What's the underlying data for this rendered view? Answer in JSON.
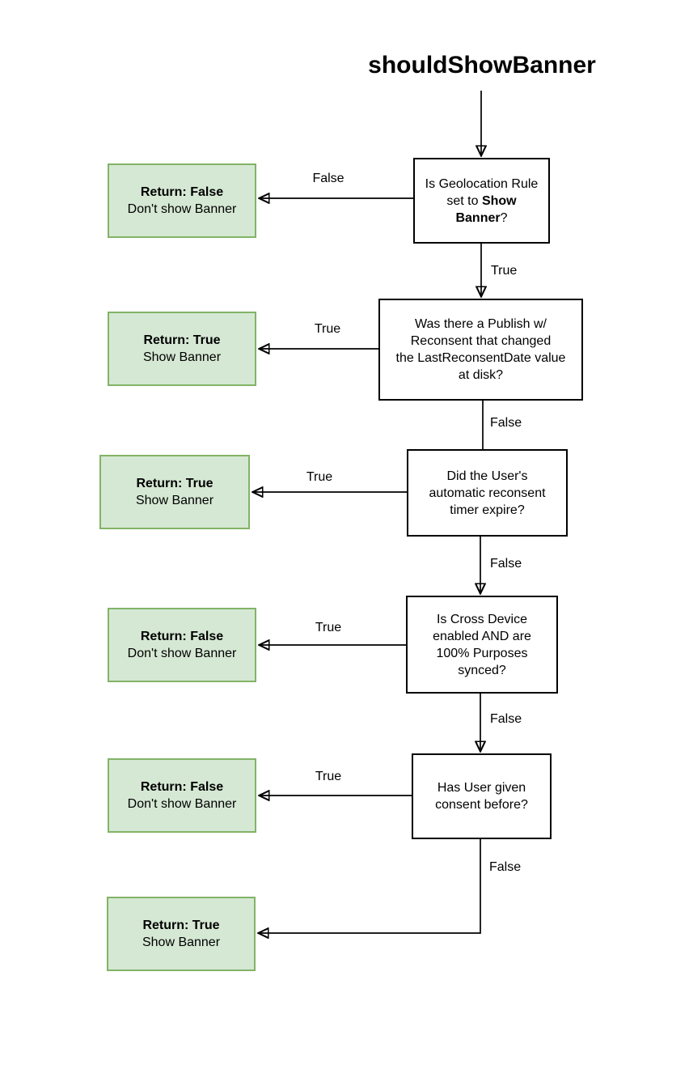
{
  "title": "shouldShowBanner",
  "colors": {
    "result_fill": "#d5e8d4",
    "result_border": "#82b366",
    "decision_fill": "#ffffff",
    "decision_border": "#000000",
    "line": "#000000",
    "text": "#000000"
  },
  "decisions": [
    {
      "text": "Is Geolocation Rule\nset to ",
      "bold": "Show\nBanner",
      "suffix": "?"
    },
    {
      "text": "Was there a Publish w/\nReconsent that changed\nthe LastReconsentDate value\nat disk?"
    },
    {
      "text": "Did the User's\nautomatic reconsent\ntimer expire?"
    },
    {
      "text": "Is Cross Device\nenabled AND are\n100% Purposes\nsynced?"
    },
    {
      "text": "Has User given\nconsent before?"
    }
  ],
  "results": [
    {
      "line1": "Return: False",
      "line2": "Don't show Banner"
    },
    {
      "line1": "Return: True",
      "line2": "Show Banner"
    },
    {
      "line1": "Return: True",
      "line2": "Show Banner"
    },
    {
      "line1": "Return: False",
      "line2": "Don't show Banner"
    },
    {
      "line1": "Return: False",
      "line2": "Don't show Banner"
    },
    {
      "line1": "Return: True",
      "line2": "Show Banner"
    }
  ],
  "edges": [
    {
      "from": "title",
      "to": "decision-1",
      "label": ""
    },
    {
      "from": "decision-1",
      "to": "result-1",
      "label": "False"
    },
    {
      "from": "decision-1",
      "to": "decision-2",
      "label": "True"
    },
    {
      "from": "decision-2",
      "to": "result-2",
      "label": "True"
    },
    {
      "from": "decision-2",
      "to": "decision-3",
      "label": "False"
    },
    {
      "from": "decision-3",
      "to": "result-3",
      "label": "True"
    },
    {
      "from": "decision-3",
      "to": "decision-4",
      "label": "False"
    },
    {
      "from": "decision-4",
      "to": "result-4",
      "label": "True"
    },
    {
      "from": "decision-4",
      "to": "decision-5",
      "label": "False"
    },
    {
      "from": "decision-5",
      "to": "result-5",
      "label": "True"
    },
    {
      "from": "decision-5",
      "to": "result-6",
      "label": "False"
    }
  ]
}
